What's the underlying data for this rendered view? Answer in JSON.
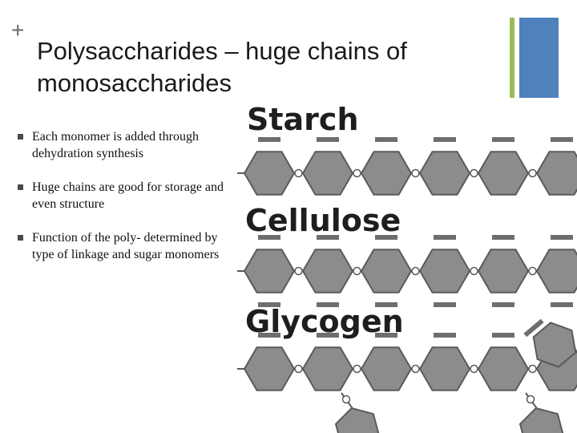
{
  "slide": {
    "plus_symbol": "+",
    "title": "Polysaccharides – huge chains of monosaccharides",
    "bullets": [
      "Each monomer is added through dehydration synthesis",
      "Huge chains are good for storage and even structure",
      "Function of the poly- determined by type of linkage and sugar monomers"
    ],
    "accent_green": "#9bbb59",
    "accent_blue": "#4f81bd"
  },
  "diagram": {
    "labels": [
      "Starch",
      "Cellulose",
      "Glycogen"
    ],
    "ring_color": "#8c8c8c",
    "stroke_color": "#5a5a5a"
  }
}
